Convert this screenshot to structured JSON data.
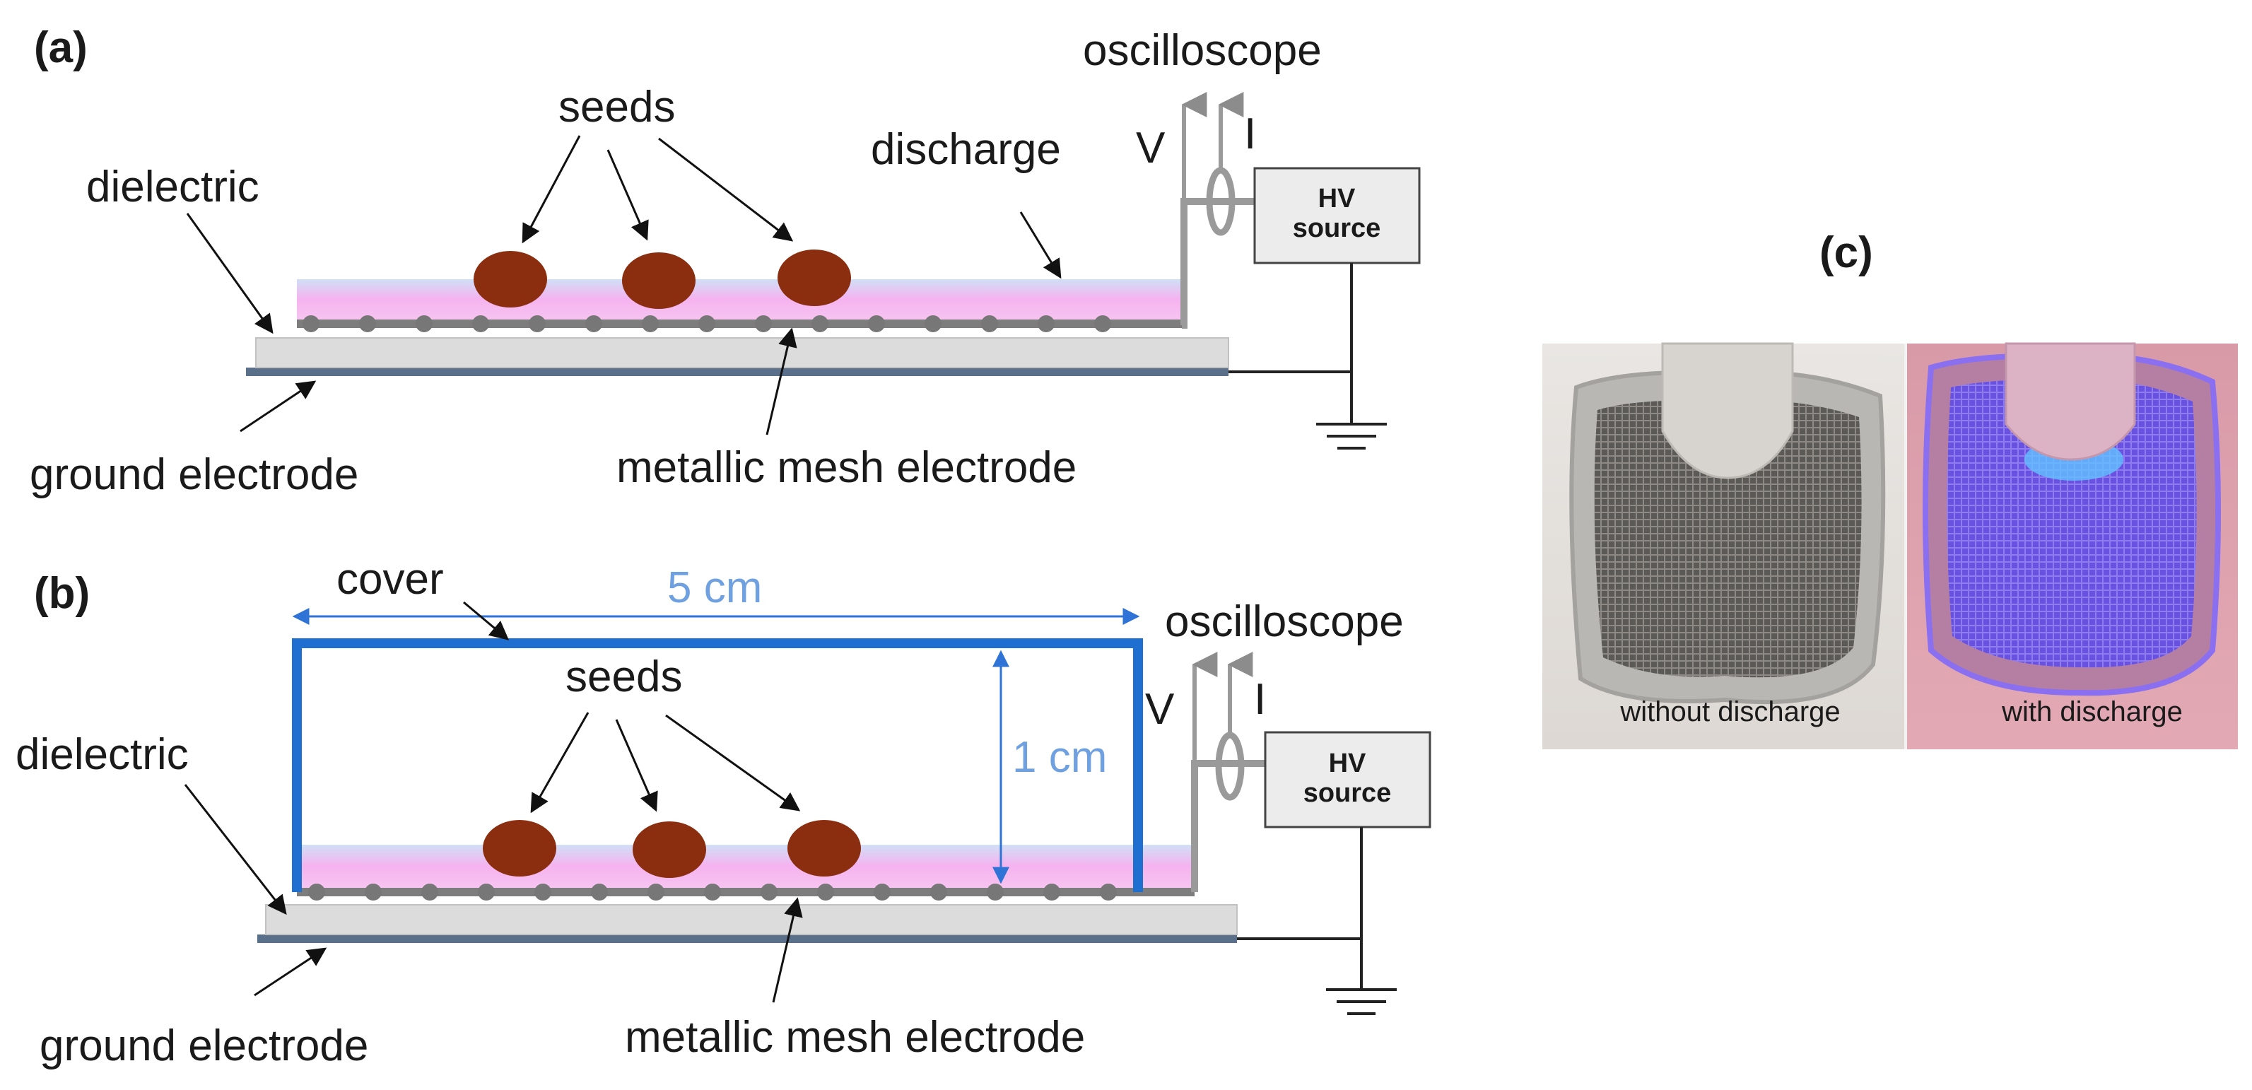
{
  "panels": {
    "a": "(a)",
    "b": "(b)",
    "c": "(c)"
  },
  "panel_a": {
    "oscilloscope": "oscilloscope",
    "seeds": "seeds",
    "discharge": "discharge",
    "dielectric": "dielectric",
    "v": "V",
    "i": "I",
    "hv_line1": "HV",
    "hv_line2": "source",
    "ground_electrode": "ground electrode",
    "mesh_electrode": "metallic mesh electrode"
  },
  "panel_b": {
    "cover": "cover",
    "width": "5 cm",
    "height": "1 cm",
    "oscilloscope": "oscilloscope",
    "seeds": "seeds",
    "dielectric": "dielectric",
    "v": "V",
    "i": "I",
    "hv_line1": "HV",
    "hv_line2": "source",
    "ground_electrode": "ground electrode",
    "mesh_electrode": "metallic mesh electrode"
  },
  "panel_c": {
    "left_caption": "without discharge",
    "right_caption": "with discharge"
  },
  "colors": {
    "seed": "#8b2e0f",
    "cover": "#1f6fd1",
    "dimension": "#6fa0e0",
    "discharge": "#f5b3ef",
    "mesh": "#7a7a7a",
    "dielectric": "#dcdcdc",
    "ground": "#5a6f8a",
    "hv_box": "#ececec"
  }
}
